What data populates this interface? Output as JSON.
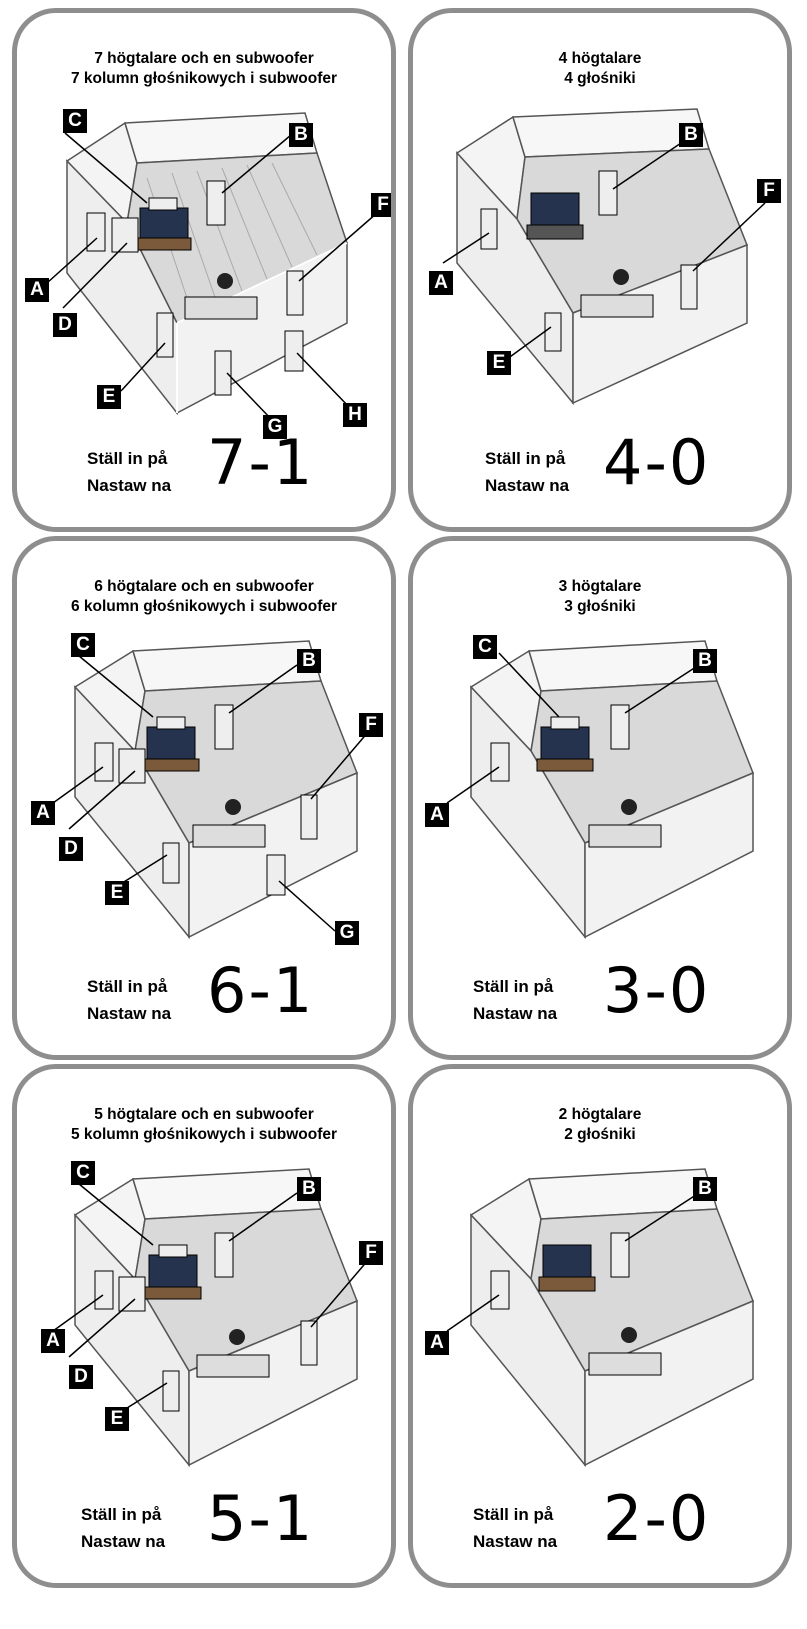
{
  "label_set": "Ställ in på",
  "label_nastaw": "Nastaw na",
  "cards": [
    {
      "title1": "7 högtalare och en subwoofer",
      "title2": "7 kolumn głośnikowych i subwoofer",
      "code": "7-1",
      "tags": [
        "A",
        "B",
        "C",
        "D",
        "E",
        "F",
        "G",
        "H"
      ]
    },
    {
      "title1": "4 högtalare",
      "title2": "4 głośniki",
      "code": "4-0",
      "tags": [
        "A",
        "B",
        "E",
        "F"
      ]
    },
    {
      "title1": "6 högtalare och en subwoofer",
      "title2": "6 kolumn głośnikowych i subwoofer",
      "code": "6-1",
      "tags": [
        "A",
        "B",
        "C",
        "D",
        "E",
        "F",
        "G"
      ]
    },
    {
      "title1": "3 högtalare",
      "title2": "3 głośniki",
      "code": "3-0",
      "tags": [
        "A",
        "B",
        "C"
      ]
    },
    {
      "title1": "5 högtalare och en subwoofer",
      "title2": "5 kolumn głośnikowych i subwoofer",
      "code": "5-1",
      "tags": [
        "A",
        "B",
        "C",
        "D",
        "E",
        "F"
      ]
    },
    {
      "title1": "2 högtalare",
      "title2": "2 głośniki",
      "code": "2-0",
      "tags": [
        "A",
        "B"
      ]
    }
  ]
}
